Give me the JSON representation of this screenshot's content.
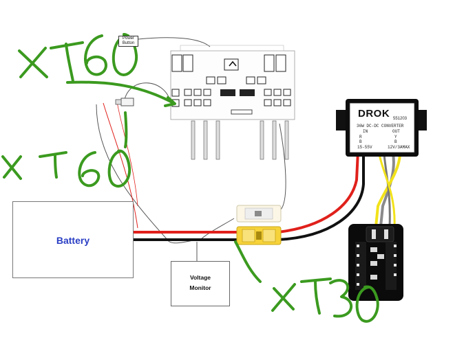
{
  "handwritten": {
    "top_left": "XT60",
    "middle_left": "XT60",
    "bottom_right": "XT30",
    "ink_color": "#3b9a1f"
  },
  "battery": {
    "label": "Battery",
    "label_color": "#2a3ec4"
  },
  "voltage_monitor": {
    "label_line1": "Voltage",
    "label_line2": "Monitor"
  },
  "power_button": {
    "label": "Power Button"
  },
  "converter": {
    "brand": "DROK",
    "model": "551203",
    "line1": "36W DC-DC CONVERTER",
    "in_label": "IN",
    "out_label": "OUT",
    "in_r": "R",
    "in_b": "B",
    "out_y": "Y",
    "out_b": "B",
    "spec_in": "15-55V",
    "spec_out": "12V/3AMAX"
  },
  "wire_colors": {
    "red": "#e0201b",
    "black": "#111111",
    "yellow": "#f2e21a",
    "gray": "#8a8a8a"
  }
}
